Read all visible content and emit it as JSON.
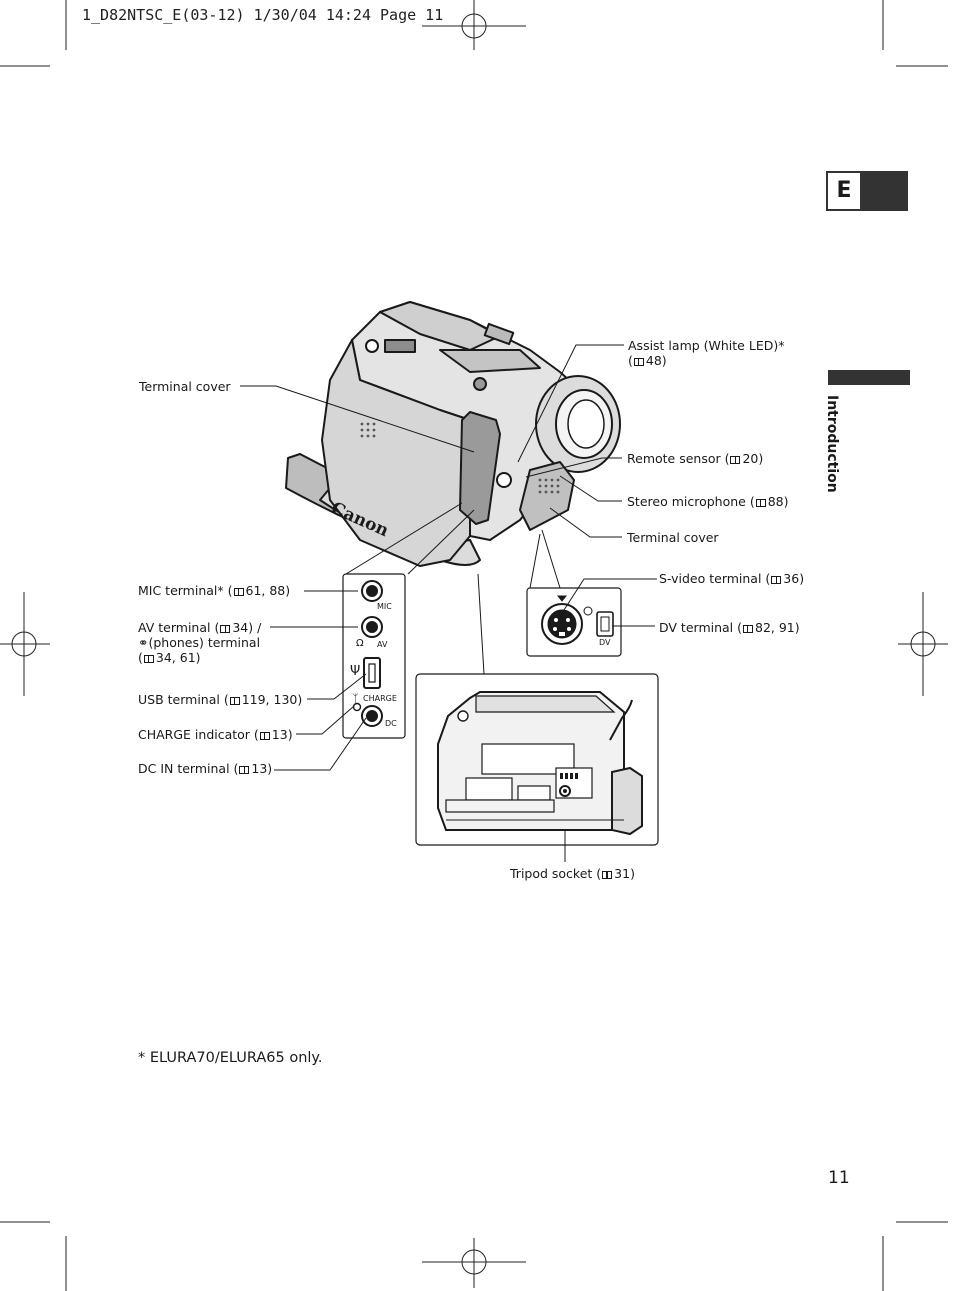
{
  "slug": "1_D82NTSC_E(03-12) 1/30/04 14:24 Page 11",
  "section_tab": "E",
  "section_title": "Introduction",
  "page_number": "11",
  "footnote": "* ELURA70/ELURA65 only.",
  "brand": "Canon",
  "labels": {
    "assist_lamp_1": "Assist lamp (White LED)*",
    "assist_lamp_2": "48)",
    "terminal_cover_top": "Terminal cover",
    "remote_sensor_a": "Remote sensor (",
    "remote_sensor_b": "20)",
    "stereo_mic_a": "Stereo microphone (",
    "stereo_mic_b": "88)",
    "terminal_cover_right": "Terminal cover",
    "svideo_a": "S-video terminal (",
    "svideo_b": "36)",
    "dv_a": "DV terminal (",
    "dv_b": "82, 91)",
    "mic_a": "MIC terminal* (",
    "mic_b": "61, 88)",
    "av_a": "AV terminal (",
    "av_b": "34) /",
    "av_phones": "(phones) terminal",
    "av_c": "34, 61)",
    "usb_a": "USB terminal (",
    "usb_b": "119, 130)",
    "charge_a": "CHARGE indicator (",
    "charge_b": "13)",
    "dcin_a": "DC IN terminal (",
    "dcin_b": "13)",
    "tripod_a": "Tripod socket (",
    "tripod_b": "31)"
  },
  "panel_text": {
    "mic": "MIC",
    "av": "AV",
    "charge": "CHARGE",
    "dc": "DC",
    "dv": "DV"
  }
}
